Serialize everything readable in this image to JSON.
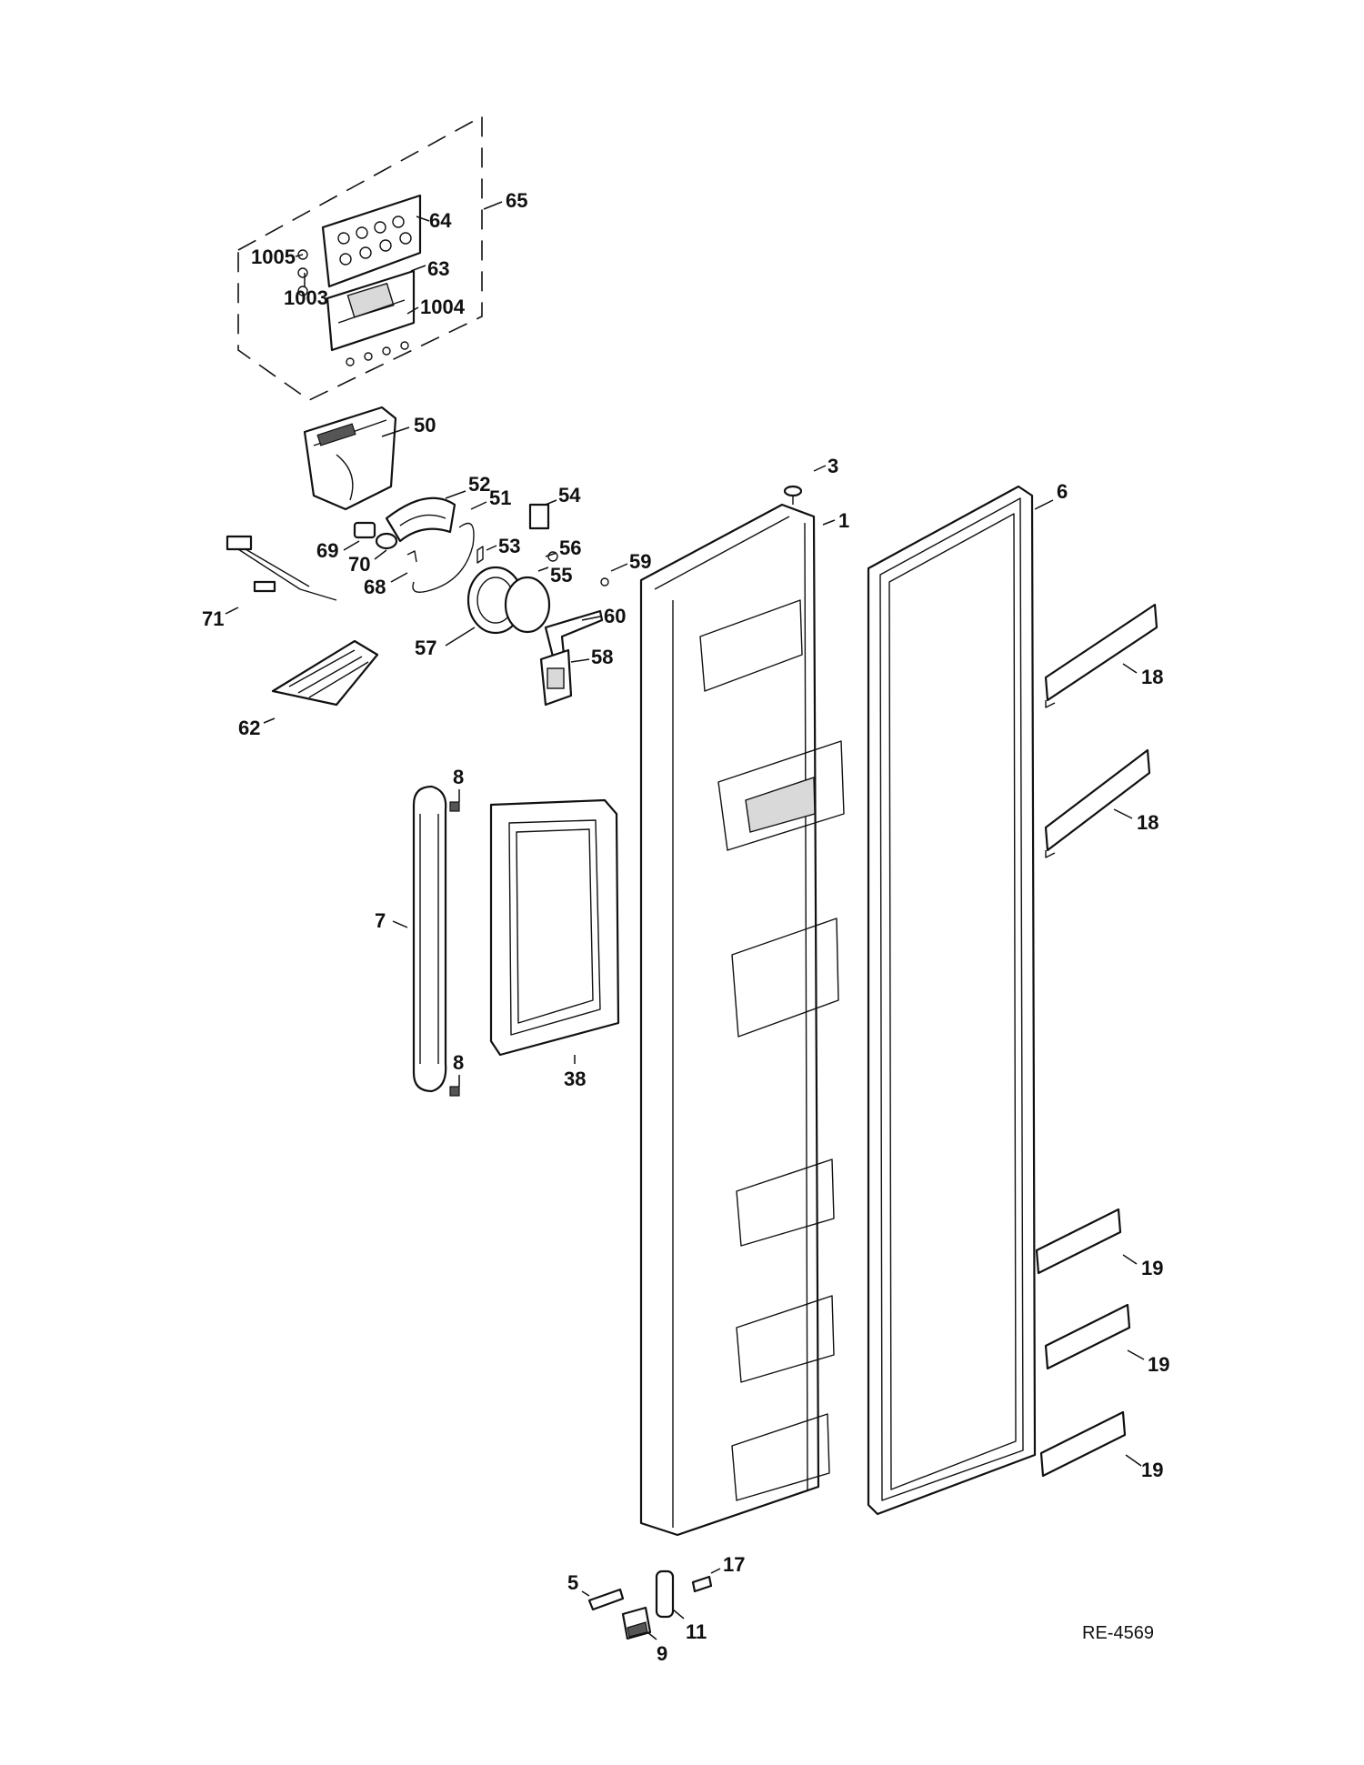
{
  "diagram": {
    "reference_code": "RE-4569",
    "callouts": [
      "1",
      "3",
      "5",
      "6",
      "7",
      "8",
      "8",
      "9",
      "11",
      "17",
      "18",
      "18",
      "19",
      "19",
      "19",
      "38",
      "50",
      "51",
      "52",
      "53",
      "54",
      "55",
      "56",
      "57",
      "58",
      "59",
      "60",
      "62",
      "63",
      "64",
      "65",
      "68",
      "69",
      "70",
      "71",
      "1003",
      "1004",
      "1005"
    ]
  }
}
